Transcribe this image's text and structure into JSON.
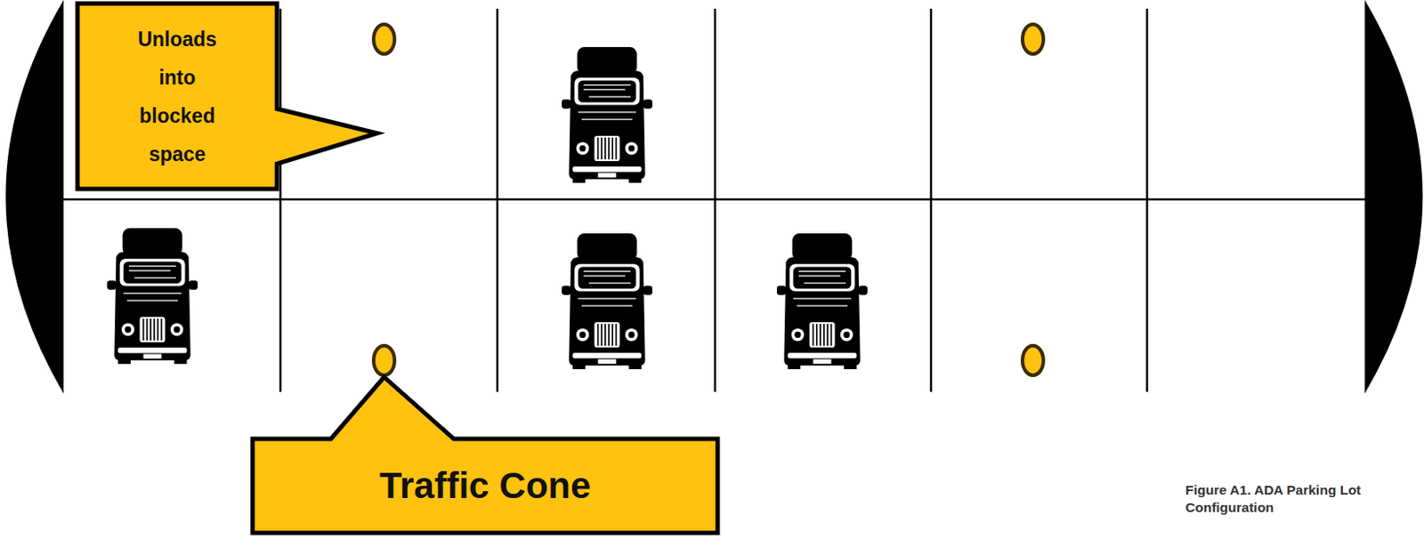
{
  "diagram": {
    "caption": "Figure A1. ADA Parking Lot Configuration",
    "nodes": [
      {
        "text": [
          "Unloads into blocked space"
        ]
      },
      {
        "text": [
          "Traffic Cone"
        ]
      }
    ]
  }
}
